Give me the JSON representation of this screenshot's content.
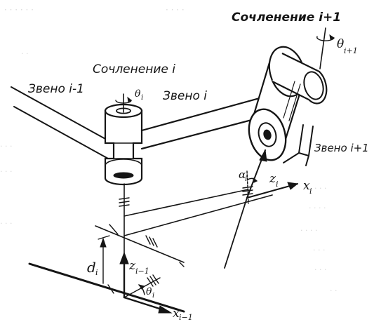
{
  "labels": {
    "joint_i1": "Сочленение i+1",
    "theta_i1": "θ",
    "theta_i1_sub": "i+1",
    "joint_i": "Сочленение i",
    "theta_i": "θ",
    "theta_i_sub": "i",
    "link_im1": "Звено i-1",
    "link_i": "Звено i",
    "link_ip1": "Звено i+1",
    "alpha": "α",
    "alpha_sub": "i",
    "z_i": "z",
    "z_i_sub": "i",
    "x_i": "x",
    "x_i_sub": "i",
    "d": "d",
    "d_sub": "i",
    "z_im1": "z",
    "z_im1_sub": "i−1",
    "theta_bottom": "θ",
    "theta_bottom_sub": "i",
    "x_im1": "x",
    "x_im1_sub": "i−1"
  },
  "colors": {
    "ink": "#151515",
    "background": "#ffffff",
    "bleed_through": "#b8b8b8"
  }
}
